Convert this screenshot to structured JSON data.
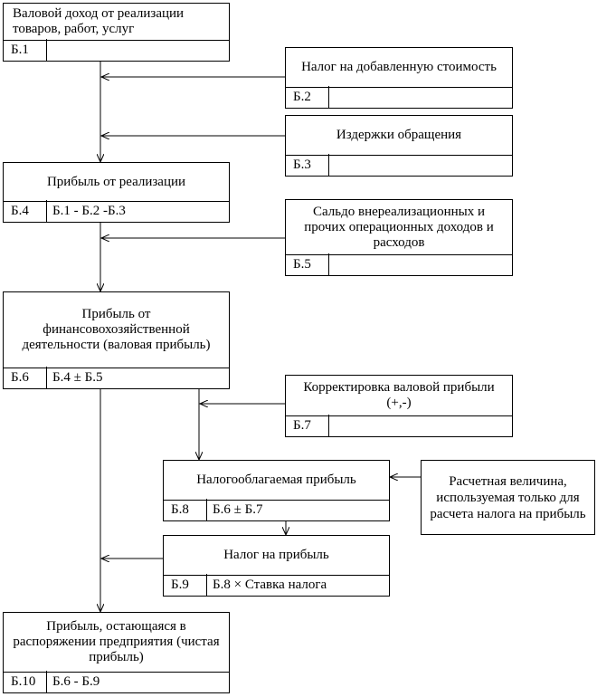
{
  "blocks": {
    "b1": {
      "title": "Валовой доход от реализации товаров, работ, услуг",
      "code": "Б.1",
      "formula": ""
    },
    "b2": {
      "title": "Налог на добавленную стоимость",
      "code": "Б.2",
      "formula": ""
    },
    "b3": {
      "title": "Издержки обращения",
      "code": "Б.3",
      "formula": ""
    },
    "b4": {
      "title": "Прибыль от реализации",
      "code": "Б.4",
      "formula": "Б.1 - Б.2 -Б.3"
    },
    "b5": {
      "title": "Сальдо внереализационных и прочих операционных доходов и расходов",
      "code": "Б.5",
      "formula": ""
    },
    "b6": {
      "title": "Прибыль от финансовохозяйственной деятельности (валовая прибыль)",
      "code": "Б.6",
      "formula": "Б.4 ± Б.5"
    },
    "b7": {
      "title": "Корректировка валовой прибыли (+,-)",
      "code": "Б.7",
      "formula": ""
    },
    "b8": {
      "title": "Налогооблагаемая прибыль",
      "code": "Б.8",
      "formula": "Б.6 ±  Б.7"
    },
    "b9": {
      "title": "Налог на прибыль",
      "code": "Б.9",
      "formula": "Б.8 ×  Ставка налога"
    },
    "b10": {
      "title": "Прибыль, остающаяся в распоряжении предприятия (чистая прибыль)",
      "code": "Б.10",
      "formula": "Б.6 - Б.9"
    }
  },
  "note": "Расчетная величина, используемая только для расчета налога на прибыль"
}
